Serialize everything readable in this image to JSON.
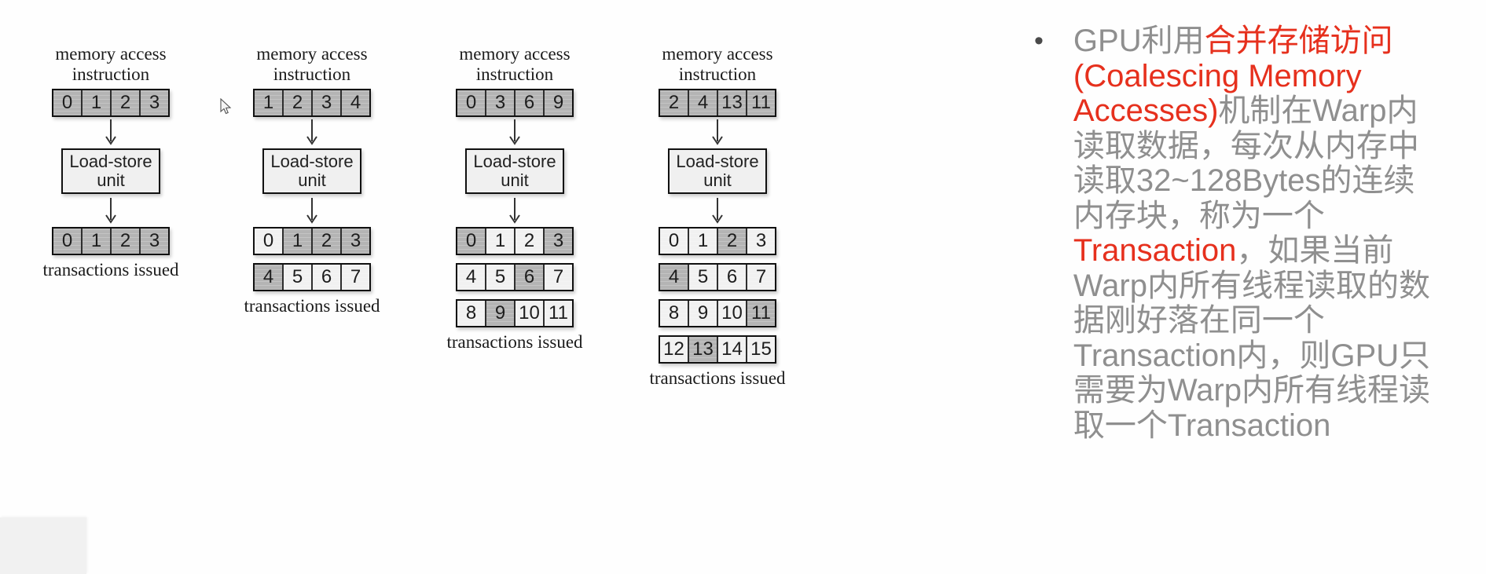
{
  "colors": {
    "cell_highlight": "#b4b4b4",
    "cell_plain": "#f1f1f1",
    "note_red": "#e6301d",
    "note_gray": "#8f8f8f"
  },
  "load_store_unit": {
    "line1": "Load-store",
    "line2": "unit"
  },
  "diagrams": [
    {
      "title": [
        "memory access",
        "instruction"
      ],
      "caption": "transactions issued",
      "instruction_cells": [
        {
          "v": "0",
          "hl": true
        },
        {
          "v": "1",
          "hl": true
        },
        {
          "v": "2",
          "hl": true
        },
        {
          "v": "3",
          "hl": true
        }
      ],
      "transaction_rows": [
        [
          {
            "v": "0",
            "hl": true
          },
          {
            "v": "1",
            "hl": true
          },
          {
            "v": "2",
            "hl": true
          },
          {
            "v": "3",
            "hl": true
          }
        ]
      ]
    },
    {
      "title": [
        "memory access",
        "instruction"
      ],
      "caption": "transactions issued",
      "instruction_cells": [
        {
          "v": "1",
          "hl": true
        },
        {
          "v": "2",
          "hl": true
        },
        {
          "v": "3",
          "hl": true
        },
        {
          "v": "4",
          "hl": true
        }
      ],
      "transaction_rows": [
        [
          {
            "v": "0",
            "hl": false
          },
          {
            "v": "1",
            "hl": true
          },
          {
            "v": "2",
            "hl": true
          },
          {
            "v": "3",
            "hl": true
          }
        ],
        [
          {
            "v": "4",
            "hl": true
          },
          {
            "v": "5",
            "hl": false
          },
          {
            "v": "6",
            "hl": false
          },
          {
            "v": "7",
            "hl": false
          }
        ]
      ]
    },
    {
      "title": [
        "memory access",
        "instruction"
      ],
      "caption": "transactions issued",
      "instruction_cells": [
        {
          "v": "0",
          "hl": true
        },
        {
          "v": "3",
          "hl": true
        },
        {
          "v": "6",
          "hl": true
        },
        {
          "v": "9",
          "hl": true
        }
      ],
      "transaction_rows": [
        [
          {
            "v": "0",
            "hl": true
          },
          {
            "v": "1",
            "hl": false
          },
          {
            "v": "2",
            "hl": false
          },
          {
            "v": "3",
            "hl": true
          }
        ],
        [
          {
            "v": "4",
            "hl": false
          },
          {
            "v": "5",
            "hl": false
          },
          {
            "v": "6",
            "hl": true
          },
          {
            "v": "7",
            "hl": false
          }
        ],
        [
          {
            "v": "8",
            "hl": false
          },
          {
            "v": "9",
            "hl": true
          },
          {
            "v": "10",
            "hl": false
          },
          {
            "v": "11",
            "hl": false
          }
        ]
      ]
    },
    {
      "title": [
        "memory access",
        "instruction"
      ],
      "caption": "transactions issued",
      "instruction_cells": [
        {
          "v": "2",
          "hl": true
        },
        {
          "v": "4",
          "hl": true
        },
        {
          "v": "13",
          "hl": true
        },
        {
          "v": "11",
          "hl": true
        }
      ],
      "transaction_rows": [
        [
          {
            "v": "0",
            "hl": false
          },
          {
            "v": "1",
            "hl": false
          },
          {
            "v": "2",
            "hl": true
          },
          {
            "v": "3",
            "hl": false
          }
        ],
        [
          {
            "v": "4",
            "hl": true
          },
          {
            "v": "5",
            "hl": false
          },
          {
            "v": "6",
            "hl": false
          },
          {
            "v": "7",
            "hl": false
          }
        ],
        [
          {
            "v": "8",
            "hl": false
          },
          {
            "v": "9",
            "hl": false
          },
          {
            "v": "10",
            "hl": false
          },
          {
            "v": "11",
            "hl": true
          }
        ],
        [
          {
            "v": "12",
            "hl": false
          },
          {
            "v": "13",
            "hl": true
          },
          {
            "v": "14",
            "hl": false
          },
          {
            "v": "15",
            "hl": false
          }
        ]
      ]
    }
  ],
  "note": {
    "bullet": "•",
    "segments": [
      {
        "text": "GPU利用",
        "red": false
      },
      {
        "text": "合并存储访问(Coalescing Memory Accesses)",
        "red": true
      },
      {
        "text": "机制在Warp内读取数据，每次从内存中读取32~128Bytes的连续内存块，称为一个",
        "red": false
      },
      {
        "text": "Transaction",
        "red": true
      },
      {
        "text": "，如果当前Warp内所有线程读取的数据刚好落在同一个Transaction内，则GPU只需要为Warp内所有线程读取一个Transaction",
        "red": false
      }
    ]
  }
}
